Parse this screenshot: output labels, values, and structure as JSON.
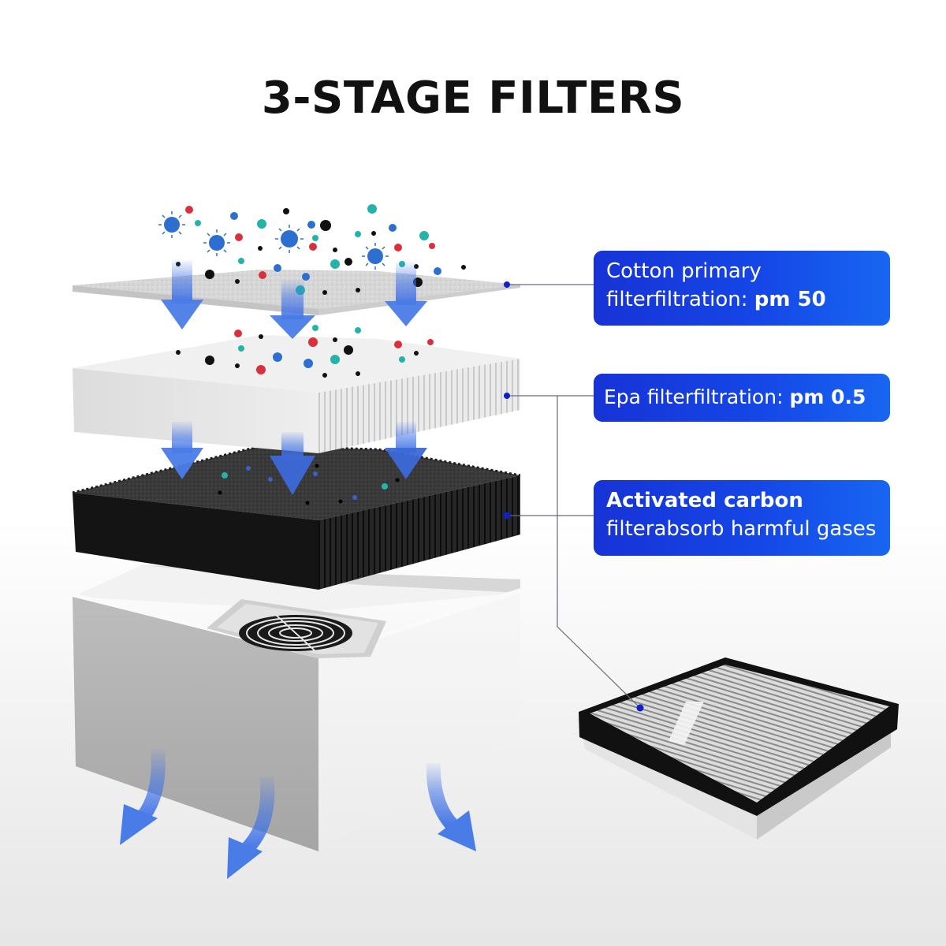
{
  "title": "3-STAGE FILTERS",
  "labels": [
    {
      "id": "cotton-primary",
      "line1": "Cotton primary",
      "line2_regular": "filterfiltration: ",
      "line2_bold": "pm 50"
    },
    {
      "id": "epa-filter",
      "line1_regular": "Epa filterfiltration: ",
      "line1_bold": "pm 0.5"
    },
    {
      "id": "activated-carbon",
      "line1": "Activated carbon",
      "line2": "filterabsorb harmful gases"
    }
  ],
  "colors": {
    "label_gradient_start": "#1733d6",
    "label_gradient_end": "#1866f2",
    "connector_dot": "#1020c8",
    "connector_line": "#6a6a7a",
    "arrow_blue": "#3f72e6",
    "particle_red": "#d9303c",
    "particle_teal": "#24b3a8",
    "particle_black": "#111111",
    "virus_blue": "#2d6fd0"
  },
  "illustration": {
    "layers": [
      "cotton primary filter sheet",
      "EPA pleated filter",
      "activated carbon filter",
      "fan base unit"
    ],
    "separate_product": "combined filter cartridge"
  }
}
